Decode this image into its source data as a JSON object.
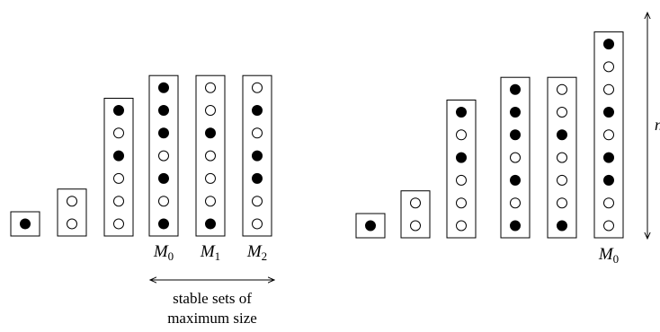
{
  "left_panel": {
    "columns": [
      [
        "filled"
      ],
      [
        "empty",
        "empty"
      ],
      [
        "filled",
        "empty",
        "filled",
        "empty",
        "empty",
        "empty"
      ],
      [
        "filled",
        "filled",
        "filled",
        "empty",
        "filled",
        "empty",
        "filled"
      ],
      [
        "empty",
        "empty",
        "filled",
        "empty",
        "empty",
        "empty",
        "filled"
      ],
      [
        "empty",
        "filled",
        "empty",
        "filled",
        "filled",
        "empty",
        "empty"
      ]
    ],
    "column_labels": [
      {
        "column": 3,
        "base": "M",
        "sub": "0"
      },
      {
        "column": 4,
        "base": "M",
        "sub": "1"
      },
      {
        "column": 5,
        "base": "M",
        "sub": "2"
      }
    ],
    "caption_line1": "stable sets of",
    "caption_line2": "maximum size"
  },
  "right_panel": {
    "columns": [
      [
        "filled"
      ],
      [
        "empty",
        "empty"
      ],
      [
        "filled",
        "empty",
        "filled",
        "empty",
        "empty",
        "empty"
      ],
      [
        "filled",
        "filled",
        "filled",
        "empty",
        "filled",
        "empty",
        "filled"
      ],
      [
        "empty",
        "empty",
        "filled",
        "empty",
        "empty",
        "empty",
        "filled"
      ],
      [
        "filled",
        "empty",
        "empty",
        "filled",
        "empty",
        "filled",
        "filled",
        "empty",
        "empty"
      ]
    ],
    "column_labels": [
      {
        "column": 5,
        "base": "M",
        "sub": "0"
      }
    ],
    "dimension_label": "n"
  },
  "colors": {
    "stroke": "#000000",
    "filled_dot": "#000000",
    "empty_dot": "#ffffff"
  }
}
